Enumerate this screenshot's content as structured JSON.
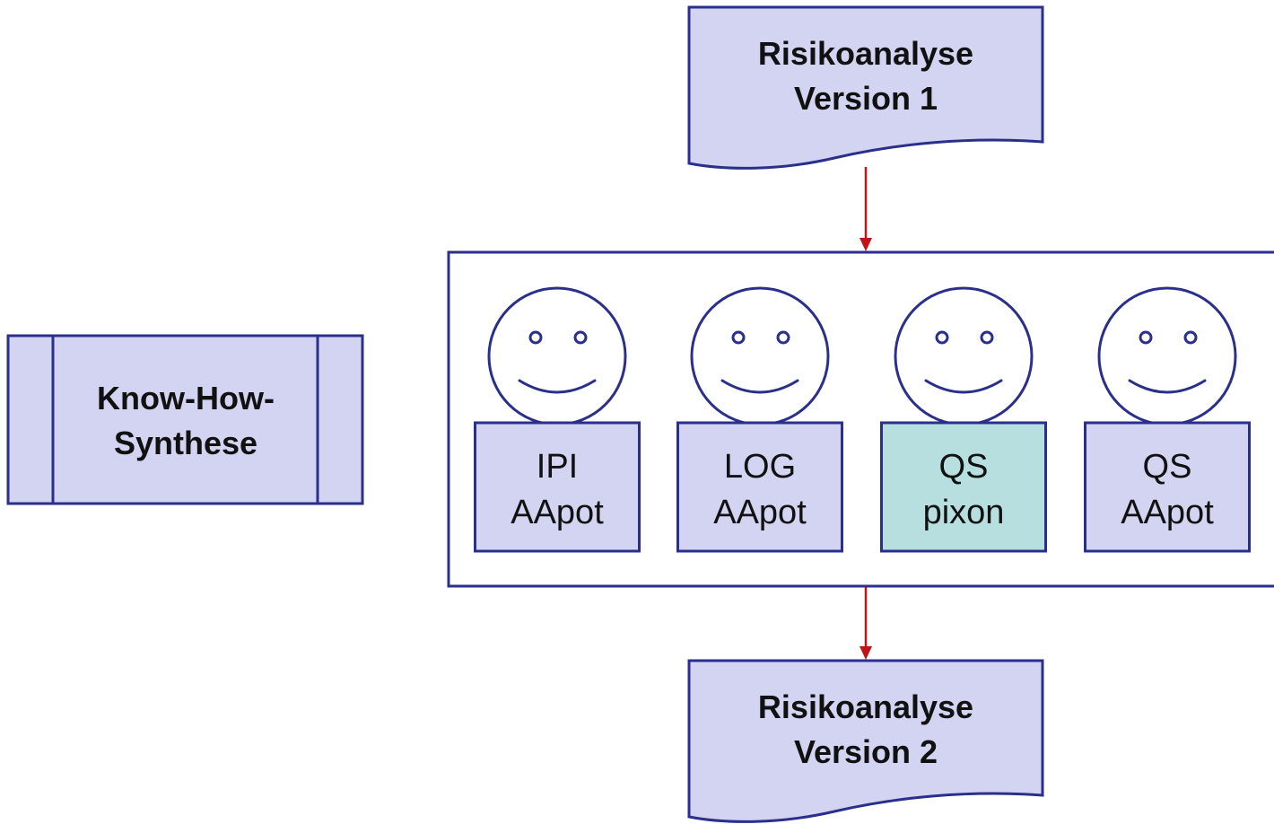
{
  "colors": {
    "stroke": "#2b2f8c",
    "box_fill": "#d3d3f2",
    "highlight_fill": "#b8dfe0",
    "arrow": "#c0141a",
    "face_fill": "#ffffff"
  },
  "document_top": {
    "line1": "Risikoanalyse",
    "line2": "Version 1"
  },
  "document_bottom": {
    "line1": "Risikoanalyse",
    "line2": "Version 2"
  },
  "process": {
    "line1": "Know-How-",
    "line2": "Synthese"
  },
  "team": [
    {
      "line1": "IPI",
      "line2": "AApot",
      "highlight": false,
      "icon": "smiley-face-icon"
    },
    {
      "line1": "LOG",
      "line2": "AApot",
      "highlight": false,
      "icon": "smiley-face-icon"
    },
    {
      "line1": "QS",
      "line2": "pixon",
      "highlight": true,
      "icon": "smiley-face-icon"
    },
    {
      "line1": "QS",
      "line2": "AApot",
      "highlight": false,
      "icon": "smiley-face-icon"
    }
  ]
}
